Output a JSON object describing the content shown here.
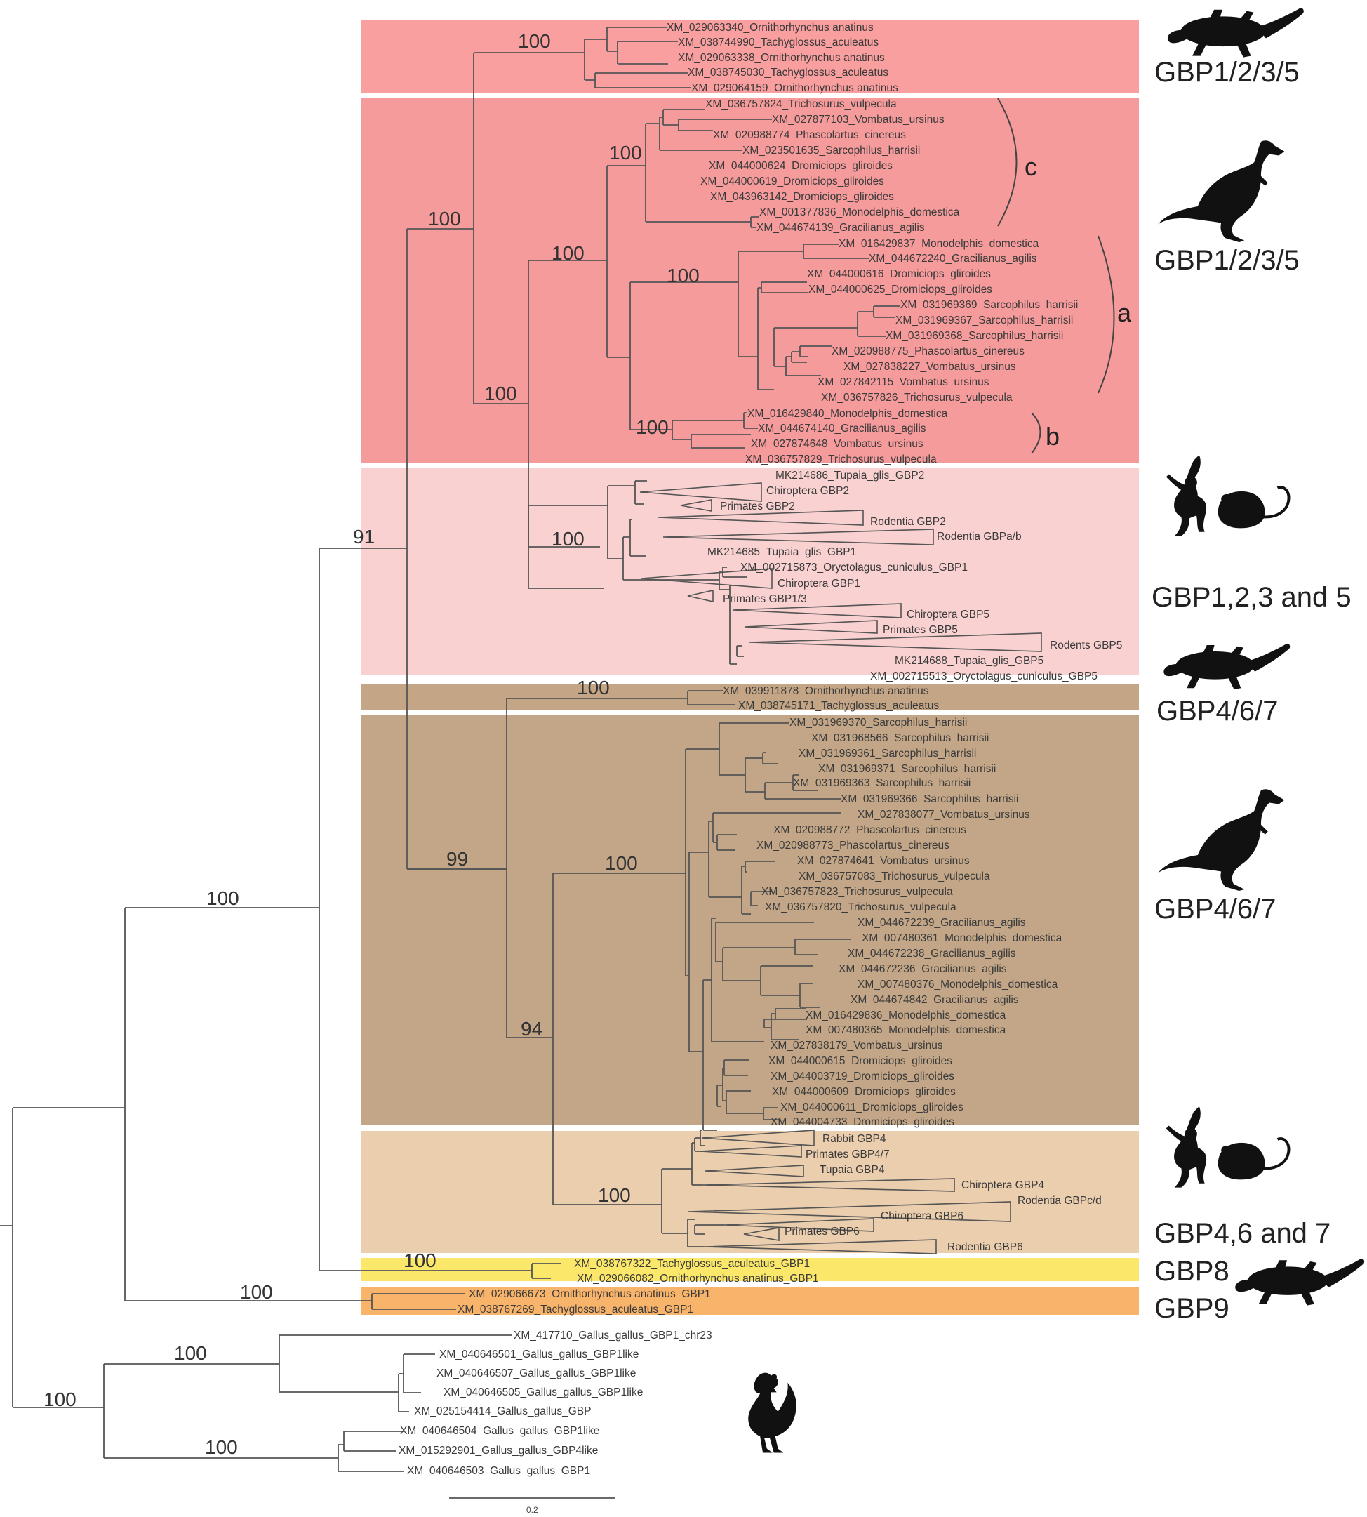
{
  "colors": {
    "gbp1235_monotreme": "#fa9f9f",
    "gbp1235_marsupial": "#f59b9b",
    "gbp1235_eutherian": "#f9d1d1",
    "gbp467_monotreme": "#c4a686",
    "gbp467_marsupial": "#c2a687",
    "gbp467_eutherian": "#ebceae",
    "gbp8": "#fbe86a",
    "gbp9": "#f9b46b",
    "branch": "#555555"
  },
  "group_labels": {
    "g1": "GBP1/2/3/5",
    "g2": "GBP1/2/3/5",
    "g3": "GBP1,2,3 and 5",
    "g4": "GBP4/6/7",
    "g5": "GBP4/6/7",
    "g6": "GBP4,6 and 7",
    "g7": "GBP8",
    "g8": "GBP9"
  },
  "subclade_labels": {
    "c": "c",
    "a": "a",
    "b": "b"
  },
  "bootstrap": {
    "n1": "100",
    "n2": "100",
    "n3": "100",
    "n4": "100",
    "n5": "100",
    "n6": "100",
    "n7": "100",
    "n8": "91",
    "n9": "100",
    "n10": "99",
    "n11": "100",
    "n12": "94",
    "n13": "100",
    "n14": "100",
    "n15": "100",
    "n16": "100",
    "n17": "100",
    "n18": "100",
    "n19": "100"
  },
  "leaves": {
    "l01": "XM_029063340_Ornithorhynchus anatinus",
    "l02": "XM_038744990_Tachyglossus_aculeatus",
    "l03": "XM_029063338_Ornithorhynchus anatinus",
    "l04": "XM_038745030_Tachyglossus_aculeatus",
    "l05": "XM_029064159_Ornithorhynchus anatinus",
    "l06": "XM_036757824_Trichosurus_vulpecula",
    "l07": "XM_027877103_Vombatus_ursinus",
    "l08": "XM_020988774_Phascolartus_cinereus",
    "l09": "XM_023501635_Sarcophilus_harrisii",
    "l10": "XM_044000624_Dromiciops_gliroides",
    "l11": "XM_044000619_Dromiciops_gliroides",
    "l12": "XM_043963142_Dromiciops_gliroides",
    "l13": "XM_001377836_Monodelphis_domestica",
    "l14": "XM_044674139_Gracilianus_agilis",
    "l15": "XM_016429837_Monodelphis_domestica",
    "l16": "XM_044672240_Gracilianus_agilis",
    "l17": "XM_044000616_Dromiciops_gliroides",
    "l18": "XM_044000625_Dromiciops_gliroides",
    "l19": "XM_031969369_Sarcophilus_harrisii",
    "l20": "XM_031969367_Sarcophilus_harrisii",
    "l21": "XM_031969368_Sarcophilus_harrisii",
    "l22": "XM_020988775_Phascolartus_cinereus",
    "l23": "XM_027838227_Vombatus_ursinus",
    "l24": "XM_027842115_Vombatus_ursinus",
    "l25": "XM_036757826_Trichosurus_vulpecula",
    "l26": "XM_016429840_Monodelphis_domestica",
    "l27": "XM_044674140_Gracilianus_agilis",
    "l28": "XM_027874648_Vombatus_ursinus",
    "l29": "XM_036757829_Trichosurus_vulpecula",
    "l30": "MK214686_Tupaia_glis_GBP2",
    "l31": "Chiroptera GBP2",
    "l32": "Primates GBP2",
    "l33": "Rodentia GBP2",
    "l34": "Rodentia GBPa/b",
    "l35": "MK214685_Tupaia_glis_GBP1",
    "l36": "XM_002715873_Oryctolagus_cuniculus_GBP1",
    "l37": "Chiroptera GBP1",
    "l38": "Primates GBP1/3",
    "l39": "Chiroptera GBP5",
    "l40": "Primates GBP5",
    "l41": "Rodents GBP5",
    "l42": "MK214688_Tupaia_glis_GBP5",
    "l43": "XM_002715513_Oryctolagus_cuniculus_GBP5",
    "l44": "XM_039911878_Ornithorhynchus anatinus",
    "l45": "XM_038745171_Tachyglossus_aculeatus",
    "l46": "XM_031969370_Sarcophilus_harrisii",
    "l47": "XM_031968566_Sarcophilus_harrisii",
    "l48": "XM_031969361_Sarcophilus_harrisii",
    "l49": "XM_031969371_Sarcophilus_harrisii",
    "l50": "XM_031969363_Sarcophilus_harrisii",
    "l51": "XM_031969366_Sarcophilus_harrisii",
    "l52": "XM_027838077_Vombatus_ursinus",
    "l53": "XM_020988772_Phascolartus_cinereus",
    "l54": "XM_020988773_Phascolartus_cinereus",
    "l55": "XM_027874641_Vombatus_ursinus",
    "l56": "XM_036757083_Trichosurus_vulpecula",
    "l57": "XM_036757823_Trichosurus_vulpecula",
    "l58": "XM_036757820_Trichosurus_vulpecula",
    "l59": "XM_044672239_Gracilianus_agilis",
    "l60": "XM_007480361_Monodelphis_domestica",
    "l61": "XM_044672238_Gracilianus_agilis",
    "l62": "XM_044672236_Gracilianus_agilis",
    "l63": "XM_007480376_Monodelphis_domestica",
    "l64": "XM_044674842_Gracilianus_agilis",
    "l65": "XM_016429836_Monodelphis_domestica",
    "l66": "XM_007480365_Monodelphis_domestica",
    "l67": "XM_027838179_Vombatus_ursinus",
    "l68": "XM_044000615_Dromiciops_gliroides",
    "l69": "XM_044003719_Dromiciops_gliroides",
    "l70": "XM_044000609_Dromiciops_gliroides",
    "l71": "XM_044000611_Dromiciops_gliroides",
    "l72": "XM_044004733_Dromiciops_gliroides",
    "l73": "Rabbit GBP4",
    "l74": "Primates GBP4/7",
    "l75": "Tupaia GBP4",
    "l76": "Chiroptera GBP4",
    "l77": "Rodentia GBPc/d",
    "l78": "Chiroptera GBP6",
    "l79": "Primates GBP6",
    "l80": "Rodentia GBP6",
    "l81": "XM_038767322_Tachyglossus_aculeatus_GBP1",
    "l82": "XM_029066082_Ornithorhynchus anatinus_GBP1",
    "l83": "XM_029066673_Ornithorhynchus anatinus_GBP1",
    "l84": "XM_038767269_Tachyglossus_aculeatus_GBP1",
    "l85": "XM_417710_Gallus_gallus_GBP1_chr23",
    "l86": "XM_040646501_Gallus_gallus_GBP1like",
    "l87": "XM_040646507_Gallus_gallus_GBP1like",
    "l88": "XM_040646505_Gallus_gallus_GBP1like",
    "l89": "XM_025154414_Gallus_gallus_GBP",
    "l90": "XM_040646504_Gallus_gallus_GBP1like",
    "l91": "XM_015292901_Gallus_gallus_GBP4like",
    "l92": "XM_040646503_Gallus_gallus_GBP1"
  },
  "scale_bar": {
    "label": "0.2"
  },
  "icons": {
    "i1": "platypus-icon",
    "i2": "kangaroo-icon",
    "i3": "primate-rodent-icon",
    "i4": "platypus-icon",
    "i5": "kangaroo-icon",
    "i6": "primate-rodent-icon",
    "i7": "platypus-icon",
    "i8": "rooster-icon"
  }
}
